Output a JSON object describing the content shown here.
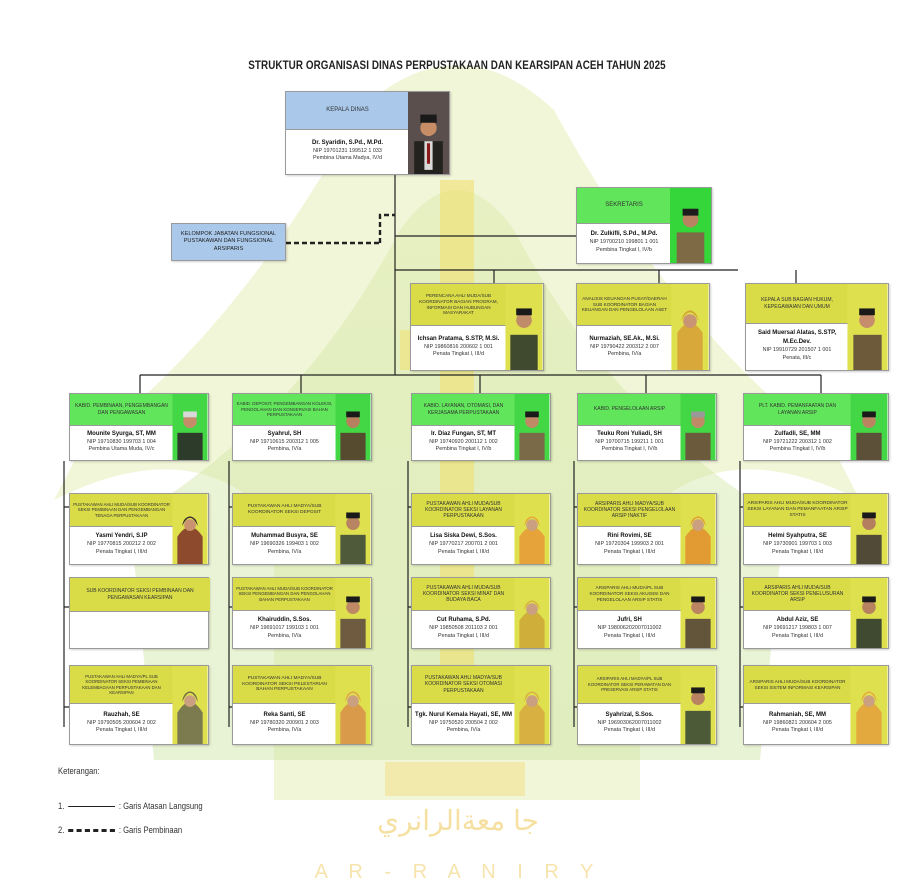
{
  "title": "STRUKTUR ORGANISASI DINAS PERPUSTAKAAN DAN KEARSIPAN ACEH TAHUN 2025",
  "watermark": {
    "arabic": "جا معةالرانري",
    "latin": "A R - R A N I R Y"
  },
  "colors": {
    "green": "#61e55b",
    "yellow": "#d9dc47",
    "blue": "#a9c8ea"
  },
  "functional_group": "KELOMPOK JABATAN FUNGSIONAL PUSTAKAWAN DAN FUNGSIONAL ARSIPARIS",
  "head": {
    "header": "KEPALA DINAS",
    "name": "Dr. Syaridin, S.Pd., M.Pd.",
    "nip": "NIP 19701231 199512 1 033",
    "rank": "Pembina Utama Madya, IV/d"
  },
  "secretary": {
    "header": "SEKRETARIS",
    "name": "Dr. Zulkifli, S.Pd., M.Pd.",
    "nip": "NIP 19700210 199801 1 001",
    "rank": "Pembina Tingkat I, IV/b"
  },
  "sub_units": [
    {
      "header": "PERENCANA AHLI MUDA/SUB KOORDINATOR BAGIAN PROGRAM, INFORMASI DAN HUBUNGAN MASYARAKAT",
      "name": "Ichsan Pratama, S.STP, M.Si.",
      "nip": "NIP 19860816 200602 1 001",
      "rank": "Penata Tingkat I, III/d"
    },
    {
      "header": "ANALISIS KEUANGAN PUSAT/DAERAH SUB KOORDINATOR BAGIAN KEUANGAN DAN PENGELOLAAN ASET",
      "name": "Nurmaziah, SE.Ak., M.Si.",
      "nip": "NIP 19790422 200312 2 007",
      "rank": "Pembina, IV/a"
    },
    {
      "header": "KEPALA SUB BAGIAN HUKUM, KEPEGAWAIAN DAN UMUM",
      "name": "Said Muersal Alatas, S.STP, M.Ec.Dev.",
      "nip": "NIP 19910729 201507 1 001",
      "rank": "Penata, III/c"
    }
  ],
  "divisions": [
    {
      "header": "KABID. PEMBINAAN, PENGEMBANGAN DAN PENGAWASAN",
      "name": "Mounite Syurga, ST, MM",
      "nip": "NIP 19710830 199703 1 004",
      "rank": "Pembina Utama Muda, IV/c"
    },
    {
      "header": "KABID. DEPOSIT, PENGEMBANGAN KOLEKSI, PENGOLAHAN DAN KONSERVASI BAHAN PERPUSTAKAAN",
      "name": "Syahrul, SH",
      "nip": "NIP 19710615 200312 1 005",
      "rank": "Pembina, IV/a"
    },
    {
      "header": "KABID. LAYANAN, OTOMASI, DAN KERJASAMA PERPUSTAKAAN",
      "name": "Ir. Diaz Fungan, ST, MT",
      "nip": "NIP 19740920 200112 1 002",
      "rank": "Pembina Tingkat I, IV/b"
    },
    {
      "header": "KABID. PENGELOLAAN ARSIP",
      "name": "Teuku Roni Yuliadi, SH",
      "nip": "NIP 19700715 199211 1 001",
      "rank": "Pembina Tingkat I, IV/b"
    },
    {
      "header": "Plt. KABID. PEMANFAATAN DAN LAYANAN ARSIP",
      "name": "Zulfadli, SE, MM",
      "nip": "NIP 19721222 200312 1 002",
      "rank": "Pembina Tingkat I, IV/b"
    }
  ],
  "sections": [
    [
      {
        "header": "PUSTAKAWAN AHLI MUDA/SUB KOORDINATOR SEKSI PEMBINAAN DAN PENGEMBANGAN TENAGA PERPUSTAKAAN",
        "name": "Yasmi Yendri, S.IP",
        "nip": "NIP 19770815 200212 2 002",
        "rank": "Penata Tingkat I, III/d"
      },
      {
        "header": "SUB KOORDINATOR SEKSI PEMBINAAN DAN PENGAWASAN KEARSIPAN",
        "name": "",
        "nip": "",
        "rank": ""
      },
      {
        "header": "PUSTAKAWAN AHLI MADYA/PL SUB KOORDINATOR SEKSI PEMBINAAN KELEMBAGAAN PERPUSTAKAAN DAN KEARSIPAN",
        "name": "Rauzhah, SE",
        "nip": "NIP 19790505 200604 2 002",
        "rank": "Penata Tingkat I, III/d"
      }
    ],
    [
      {
        "header": "PUSTAKAWAN AHLI MADYA/SUB KOORDINATOR SEKSI DEPOSIT",
        "name": "Muhammad Busyra, SE",
        "nip": "NIP 19690326 199403 1 002",
        "rank": "Pembina, IV/a"
      },
      {
        "header": "PUSTAKAWAN AHLI MUDA/SUB KOORDINATOR SEKSI PENGEMBANGAN DAN PENGOLAHAN BAHAN PERPUSTAKAAN",
        "name": "Khairuddin, S.Sos.",
        "nip": "NIP 19691017 199103 1 001",
        "rank": "Pembina, IV/a"
      },
      {
        "header": "PUSTAKAWAN AHLI MADYA/SUB KOORDINATOR SEKSI PELESTARIAN BAHAN PERPUSTAKAAN",
        "name": "Reka Santi, SE",
        "nip": "NIP 19780320 200901 2 003",
        "rank": "Pembina, IV/a"
      }
    ],
    [
      {
        "header": "PUSTAKAWAN AHLI MUDA/SUB KOORDINATOR SEKSI LAYANAN PERPUSTAKAAN",
        "name": "Lisa Siska Dewi, S.Sos.",
        "nip": "NIP 19770217 200701 2 001",
        "rank": "Penata Tingkat I, III/d"
      },
      {
        "header": "PUSTAKAWAN AHLI MUDA/SUB KOORDINATOR SEKSI MINAT DAN BUDAYA BACA",
        "name": "Cut Ruhama, S.Pd.",
        "nip": "NIP 19850508 201103 2 001",
        "rank": "Penata Tingkat I, III/d"
      },
      {
        "header": "PUSTAKAWAN AHLI MADYA/SUB KOORDINATOR SEKSI OTOMASI PERPUSTAKAAN",
        "name": "Tgk. Nurul Kemala Hayati, SE, MM",
        "nip": "NIP 19750520 200504 2 002",
        "rank": "Pembina, IV/a"
      }
    ],
    [
      {
        "header": "ARSIPARIS AHLI MADYA/SUB KOORDINATOR SEKSI PENGELOLAAN ARSIP INAKTIF",
        "name": "Rini Rovimi, SE",
        "nip": "NIP 19720304 199903 2 001",
        "rank": "Penata Tingkat I, III/d"
      },
      {
        "header": "ARSIPARIS AHLI MUDA/PL SUB KOORDINATOR SEKSI AKUISISI DAN PENGELOLAAN ARSIP STATIS",
        "name": "Jufri, SH",
        "nip": "NIP 198006202007011002",
        "rank": "Penata Tingkat I, III/d"
      },
      {
        "header": "ARSIPARIS AHLI MADYA/PL SUB KOORDINATOR SEKSI PERAWATAN DAN PRESERVASI ARSIP STATIS",
        "name": "Syahrizal, S.Sos.",
        "nip": "NIP 196903062007011002",
        "rank": "Penata Tingkat I, III/d"
      }
    ],
    [
      {
        "header": "ARSIPARIS AHLI MUDA/SUB KOORDINATOR SEKSI LAYANAN DAN PEMANFAATAN ARSIP STATIS",
        "name": "Helmi Syahputra, SE",
        "nip": "NIP 19730901 199703 1 003",
        "rank": "Penata Tingkat I, III/d"
      },
      {
        "header": "ARSIPARIS AHLI MUDA/SUB KOORDINATOR SEKSI PENELUSURAN ARSIP",
        "name": "Abdul Aziz, SE",
        "nip": "NIP 19691217 199803 1 007",
        "rank": "Penata Tingkat I, III/d"
      },
      {
        "header": "ARSIPARIS AHLI MUDA/SUB KOORDINATOR SEKSI SISTEM INFORMASI KEARSIPAN",
        "name": "Rahmaniah, SE, MM",
        "nip": "NIP 19860821 200604 2 005",
        "rank": "Penata Tingkat I, III/d"
      }
    ]
  ],
  "legend": {
    "title": "Keterangan:",
    "item1_num": "1.",
    "item1_text": ": Garis Atasan Langsung",
    "item2_num": "2.",
    "item2_text": ": Garis Pembinaan"
  }
}
